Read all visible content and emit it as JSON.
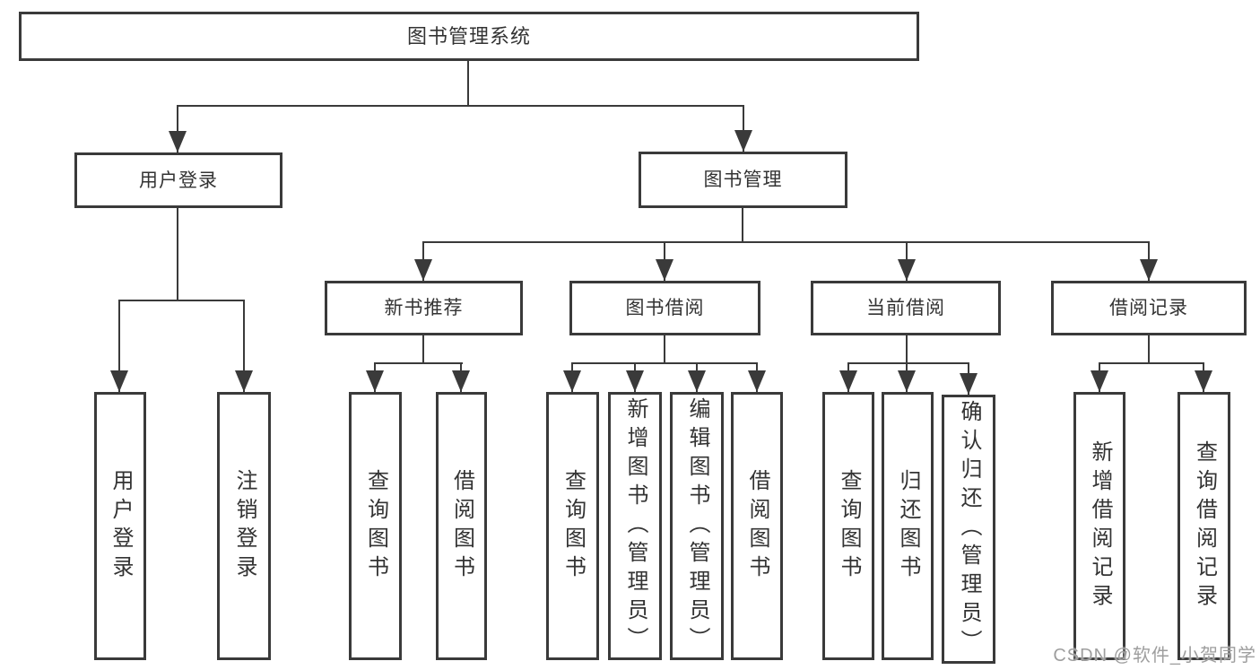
{
  "root": {
    "label": "图书管理系统"
  },
  "level2": [
    {
      "label": "用户登录"
    },
    {
      "label": "图书管理"
    }
  ],
  "level3": [
    {
      "label": "新书推荐",
      "parent": "图书管理"
    },
    {
      "label": "图书借阅",
      "parent": "图书管理"
    },
    {
      "label": "当前借阅",
      "parent": "图书管理"
    },
    {
      "label": "借阅记录",
      "parent": "图书管理"
    }
  ],
  "leaves": [
    {
      "label": "用户登录",
      "parent": "用户登录"
    },
    {
      "label": "注销登录",
      "parent": "用户登录"
    },
    {
      "label": "查询图书",
      "parent": "新书推荐"
    },
    {
      "label": "借阅图书",
      "parent": "新书推荐"
    },
    {
      "label": "查询图书",
      "parent": "图书借阅"
    },
    {
      "label": "新增图书（管理员）",
      "parent": "图书借阅"
    },
    {
      "label": "编辑图书（管理员）",
      "parent": "图书借阅"
    },
    {
      "label": "借阅图书",
      "parent": "图书借阅"
    },
    {
      "label": "查询图书",
      "parent": "当前借阅"
    },
    {
      "label": "归还图书",
      "parent": "当前借阅"
    },
    {
      "label": "确认归还（管理员）",
      "parent": "当前借阅"
    },
    {
      "label": "新增借阅记录",
      "parent": "借阅记录"
    },
    {
      "label": "查询借阅记录",
      "parent": "借阅记录"
    }
  ],
  "watermark": {
    "text": "CSDN @软件_小贺同学"
  },
  "colors": {
    "line": "#3a3a3a",
    "text": "#333333",
    "watermark": "#9e9e9e",
    "background": "#ffffff"
  }
}
